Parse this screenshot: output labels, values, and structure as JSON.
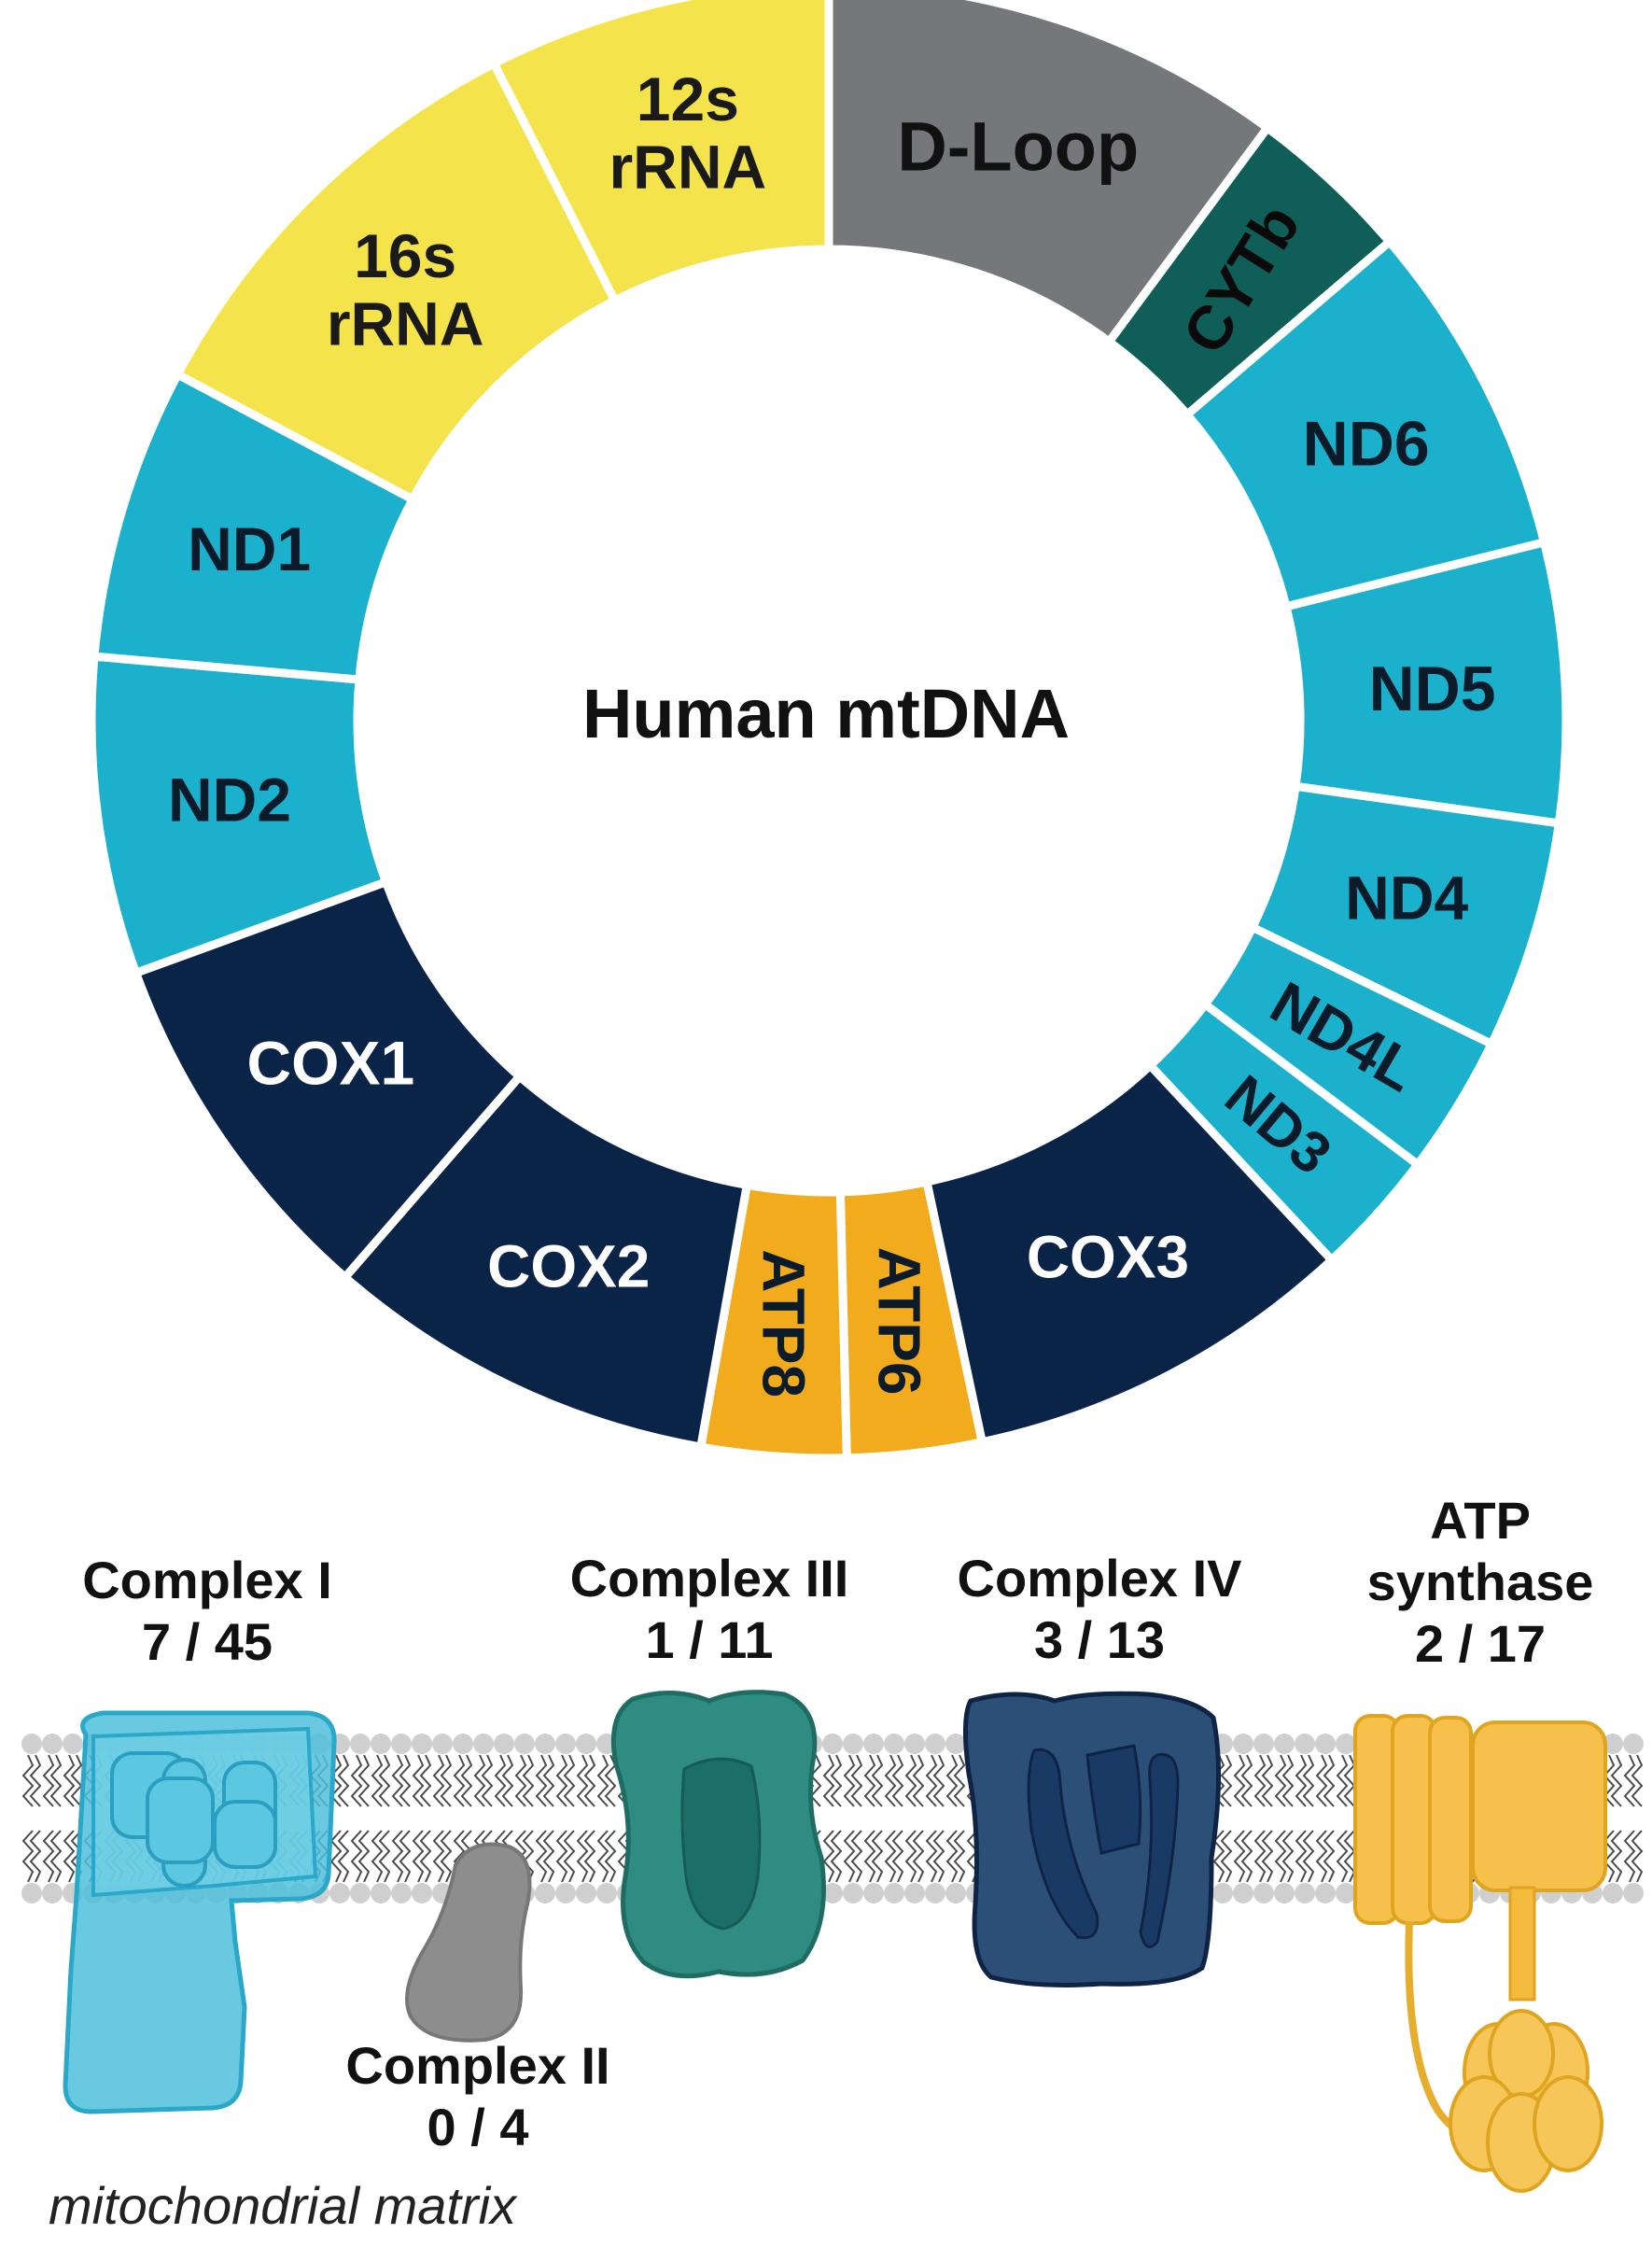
{
  "mtdna": {
    "title": "Human mtDNA",
    "segments": [
      {
        "label": "D-Loop",
        "color": "#76777a",
        "text_color": "#111111"
      },
      {
        "label": "CYTb",
        "color": "#0f5e58",
        "text_color": "#0a0a0a"
      },
      {
        "label": "ND6",
        "color": "#1bb0cc",
        "text_color": "#0b1b2a"
      },
      {
        "label": "ND5",
        "color": "#1bb0cc",
        "text_color": "#0b1b2a"
      },
      {
        "label": "ND4",
        "color": "#1bb0cc",
        "text_color": "#0b1b2a"
      },
      {
        "label": "ND4L",
        "color": "#1bb0cc",
        "text_color": "#0b1b2a"
      },
      {
        "label": "ND3",
        "color": "#1bb0cc",
        "text_color": "#0b1b2a"
      },
      {
        "label": "COX3",
        "color": "#0a2447",
        "text_color": "#ffffff"
      },
      {
        "label": "ATP6",
        "color": "#f2ab1c",
        "text_color": "#0b1b2a"
      },
      {
        "label": "ATP8",
        "color": "#f2ab1c",
        "text_color": "#0b1b2a"
      },
      {
        "label": "COX2",
        "color": "#0a2447",
        "text_color": "#ffffff"
      },
      {
        "label": "COX1",
        "color": "#0a2447",
        "text_color": "#ffffff"
      },
      {
        "label": "ND2",
        "color": "#1bb0cc",
        "text_color": "#0b1b2a"
      },
      {
        "label": "ND1",
        "color": "#1bb0cc",
        "text_color": "#0b1b2a"
      },
      {
        "label": "16s\nrRNA",
        "color": "#f4e34a",
        "text_color": "#1a1a1a"
      },
      {
        "label": "12s\nrRNA",
        "color": "#f4e34a",
        "text_color": "#1a1a1a"
      }
    ]
  },
  "complexes": [
    {
      "name": "Complex I",
      "ratio": "7 / 45",
      "color": "#4fc0dc"
    },
    {
      "name": "Complex II",
      "ratio": "0 / 4",
      "color": "#8d8d8d"
    },
    {
      "name": "Complex III",
      "ratio": "1 / 11",
      "color": "#2e8c80"
    },
    {
      "name": "Complex IV",
      "ratio": "3 / 13",
      "color": "#2c4f78"
    },
    {
      "name": "ATP\nsynthase",
      "ratio": "2 / 17",
      "color": "#f6c04a"
    }
  ],
  "matrix_label": "mitochondrial matrix"
}
